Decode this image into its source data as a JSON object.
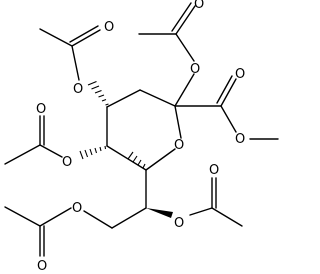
{
  "colors": {
    "bond": "#000000",
    "background": "#ffffff"
  },
  "atoms": {
    "o_ring": "O",
    "o_c2_acetoxy": "O",
    "o_c2_acetoxy_carbonyl": "O",
    "o_ester_carbonyl": "O",
    "o_ester_methoxy": "O",
    "o_c4_acetoxy": "O",
    "o_c4_acetoxy_carbonyl": "O",
    "o_c5_acetoxy": "O",
    "o_c5_acetoxy_carbonyl": "O",
    "o_side_acetoxy": "O",
    "o_side_acetoxy_carbonyl": "O",
    "o_ch2_acetoxy": "O",
    "o_ch2_acetoxy_carbonyl": "O"
  }
}
